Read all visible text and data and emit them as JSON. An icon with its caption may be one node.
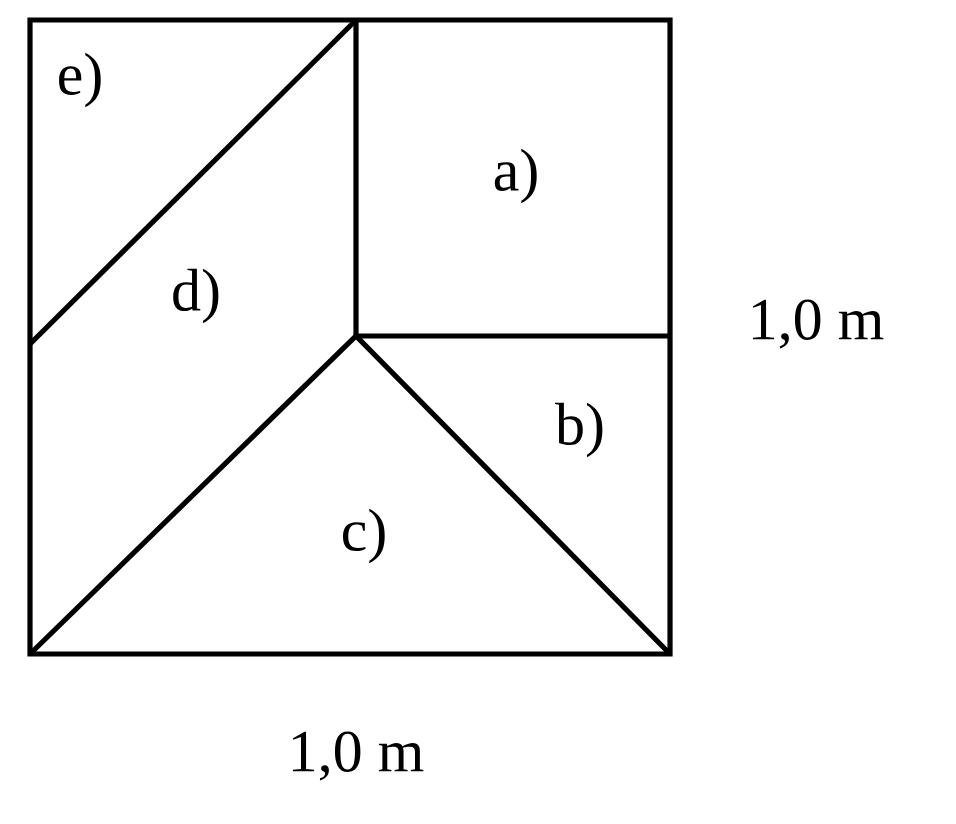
{
  "diagram": {
    "labels": [
      "e)",
      "a)",
      "d)",
      "1,0 m",
      "b)",
      "c)",
      "1,0 m"
    ]
  }
}
